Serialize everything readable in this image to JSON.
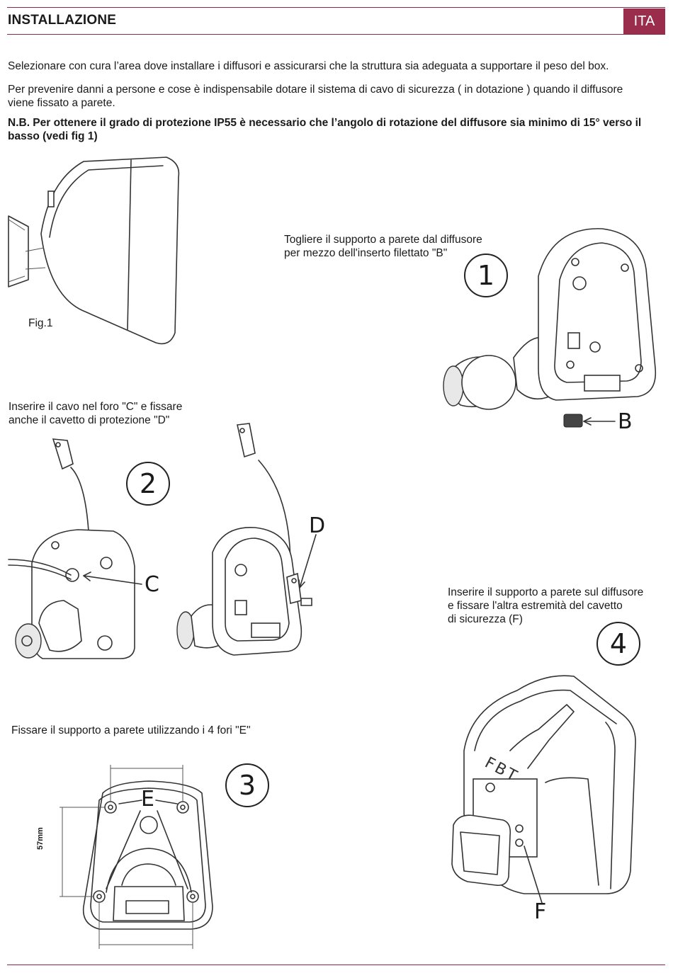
{
  "header": {
    "title": "INSTALLAZIONE",
    "lang": "ITA"
  },
  "intro": {
    "p1": "Selezionare con cura l’area dove installare i diffusori e assicurarsi che la struttura sia adeguata a supportare il peso del box.",
    "p2": "Per prevenire danni a persone e cose è indispensabile dotare il sistema di cavo di sicurezza ( in dotazione ) quando il diffusore viene fissato a parete.",
    "p3_before": "N.B. Per ottenere il grado di protezione IP55 è necessario che l’angolo di rotazione del diffusore sia ",
    "p3_bold": "minimo",
    "p3_after": " di 15° verso il basso (vedi fig 1)"
  },
  "figures": {
    "fig1_caption": "Fig.1",
    "step1": {
      "number": "1",
      "text_line1": "Togliere il supporto a parete dal diffusore",
      "text_line2": "per mezzo dell'inserto filettato \"B\"",
      "label": "B"
    },
    "step2": {
      "number": "2",
      "text_line1": "Inserire il cavo nel foro \"C\" e fissare",
      "text_line2": "anche il cavetto di protezione \"D\"",
      "label_c": "C",
      "label_d": "D"
    },
    "step3": {
      "number": "3",
      "text": "Fissare il supporto a parete utilizzando i 4 fori \"E\"",
      "label": "E",
      "dimension": "57mm"
    },
    "step4": {
      "number": "4",
      "text_line1": "Inserire il supporto a parete sul diffusore",
      "text_line2": "e fissare l'altra estremità del cavetto",
      "text_line3": "di sicurezza (F)",
      "label": "F",
      "logo": "FBT"
    }
  }
}
